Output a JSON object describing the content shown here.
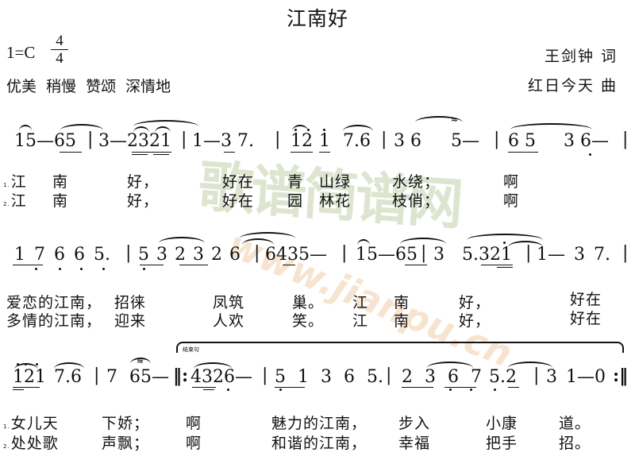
{
  "header": {
    "title": "江南好",
    "key": "1=C",
    "time_signature": {
      "numerator": "4",
      "denominator": "4"
    },
    "tempo_marking": "优美 稍慢 赞颂 深情地",
    "lyricist": "王剑钟 词",
    "composer": "红日今天 曲"
  },
  "watermark": {
    "text_cn": "歌谱简谱网",
    "text_url": "www.jianpu.cn"
  },
  "systems": [
    {
      "notation": "15—65 | 3—2321 | 1—3 7. | 121 7.6 | 3 6 5— | 6 5 3 6— |",
      "measures": [
        "15—65",
        "3—2321",
        "1—3 7.",
        "i2i 7.6",
        "3 6 5—",
        "6 5 3 6—"
      ],
      "lyrics": [
        {
          "verse": "1.",
          "text": "江 南 好，   好在 青 山绿 水绕；  啊"
        },
        {
          "verse": "2.",
          "text": "江 南 好，   好在 园 林花 枝俏；  啊"
        }
      ]
    },
    {
      "notation": "1 7 6 6 5. | 5 3 2 3 2 6 | 6435— | 15—65 | 3 5.321 | 1— 3 7. |",
      "measures": [
        "1 7 6 6 5.",
        "5 3 2 3 2 6",
        "6435—",
        "15—65",
        "3 5.321",
        "1— 3 7."
      ],
      "lyrics": [
        {
          "verse": "",
          "text": "爱恋的江南，招徕   凤筑   巢。 江  南   好，    好在"
        },
        {
          "verse": "",
          "text": "多情的江南，迎来   人欢   笑。 江  南   好，    好在"
        }
      ]
    },
    {
      "notation": "i2i 7.6 | 7 65— ‖: 4326— | 5 1 3 6 5. | 2 3 6 7 5.2 | 3 1—0 :‖",
      "measures": [
        "i2i 7.6",
        "7 65—",
        "4326—",
        "5 1 3 6 5.",
        "2 3 6 7 5.2",
        "3 1—0"
      ],
      "volta_label": "结束句",
      "lyrics": [
        {
          "verse": "1.",
          "text": "女儿天  下娇；  啊     魅力的江南，步入   小康  道。"
        },
        {
          "verse": "2.",
          "text": "处处歌  声飘；  啊     和谐的江南，幸福   把手  招。"
        }
      ]
    }
  ],
  "render": {
    "s1": {
      "m1": "15—65",
      "m2": "3—2321",
      "m3": "1—3 7.",
      "m4a": "12",
      "m4b": "1",
      "m4c": "7.6",
      "m5": "3 6",
      "m5b": "5—",
      "m6a": "6 5",
      "m6b": "3 6—",
      "v1": [
        "江",
        "南",
        "好，",
        "好在",
        "青",
        "山绿",
        "水绕；",
        "啊"
      ],
      "v2": [
        "江",
        "南",
        "好，",
        "好在",
        "园",
        "林花",
        "枝俏；",
        "啊"
      ]
    },
    "s2": {
      "m1": "1 7 6 6 5.",
      "m2": "5 3 2 3 2 6",
      "m3": "6435—",
      "m4": "15—65",
      "m5a": "3",
      "m5b": "5.321",
      "m6": "1— 3 7.",
      "v1": [
        "爱恋的江南，",
        "招徕",
        "凤筑",
        "巢。",
        "江",
        "南",
        "好，",
        "好在"
      ],
      "v2": [
        "多情的江南，",
        "迎来",
        "人欢",
        "笑。",
        "江",
        "南",
        "好，",
        "好在"
      ]
    },
    "s3": {
      "m1a": "121",
      "m1b": "7.6",
      "m2": "7 65—",
      "m3": "4326—",
      "m4": "5 1 3 6 5.",
      "m5a": "2 3 6 7",
      "m5b": "5.2",
      "m6": "3 1—0",
      "v1": [
        "女儿天",
        "下娇；",
        "啊",
        "魅力的江南，",
        "步入",
        "小康",
        "道。"
      ],
      "v2": [
        "处处歌",
        "声飘；",
        "啊",
        "和谐的江南，",
        "幸福",
        "把手",
        "招。"
      ]
    }
  }
}
